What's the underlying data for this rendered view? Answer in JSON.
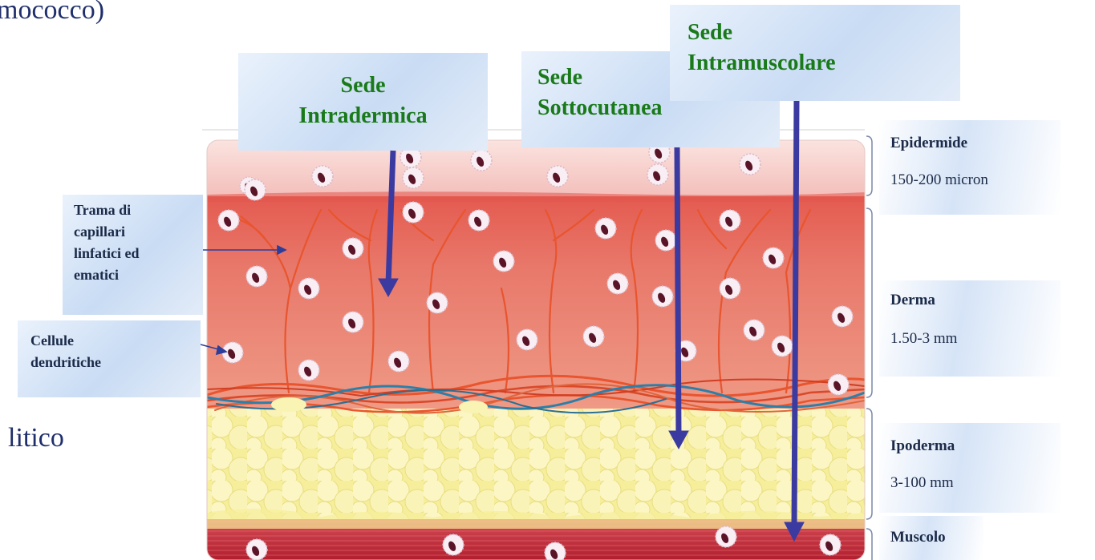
{
  "background": {
    "title_fragment": "mococco)",
    "bullet_fragment": "litico"
  },
  "sites": {
    "intradermal": [
      "Sede",
      "Intradermica"
    ],
    "subcutaneous": [
      "Sede",
      "Sottocutanea"
    ],
    "intramuscular": [
      "Sede",
      "Intramuscolare"
    ]
  },
  "labels": {
    "capillaries": [
      "Trama di",
      "capillari",
      "linfatici ed",
      "ematici"
    ],
    "dendritic": [
      "Cellule",
      "dendritiche"
    ]
  },
  "layers": [
    {
      "name": "Epidermide",
      "depth": "150-200 micron"
    },
    {
      "name": "Derma",
      "depth": "1.50-3 mm"
    },
    {
      "name": "Ipoderma",
      "depth": "3-100 mm"
    },
    {
      "name": "Muscolo",
      "depth": ""
    }
  ],
  "colors": {
    "site_text": "#1a7a1a",
    "arrow": "#3a3aa0",
    "epidermis": "#f6cfcc",
    "dermis": "#e47c6a",
    "hypodermis": "#f7efa0",
    "muscle": "#c8323e",
    "vessel_red": "#e8552e",
    "vessel_blue": "#2e7fa8"
  }
}
